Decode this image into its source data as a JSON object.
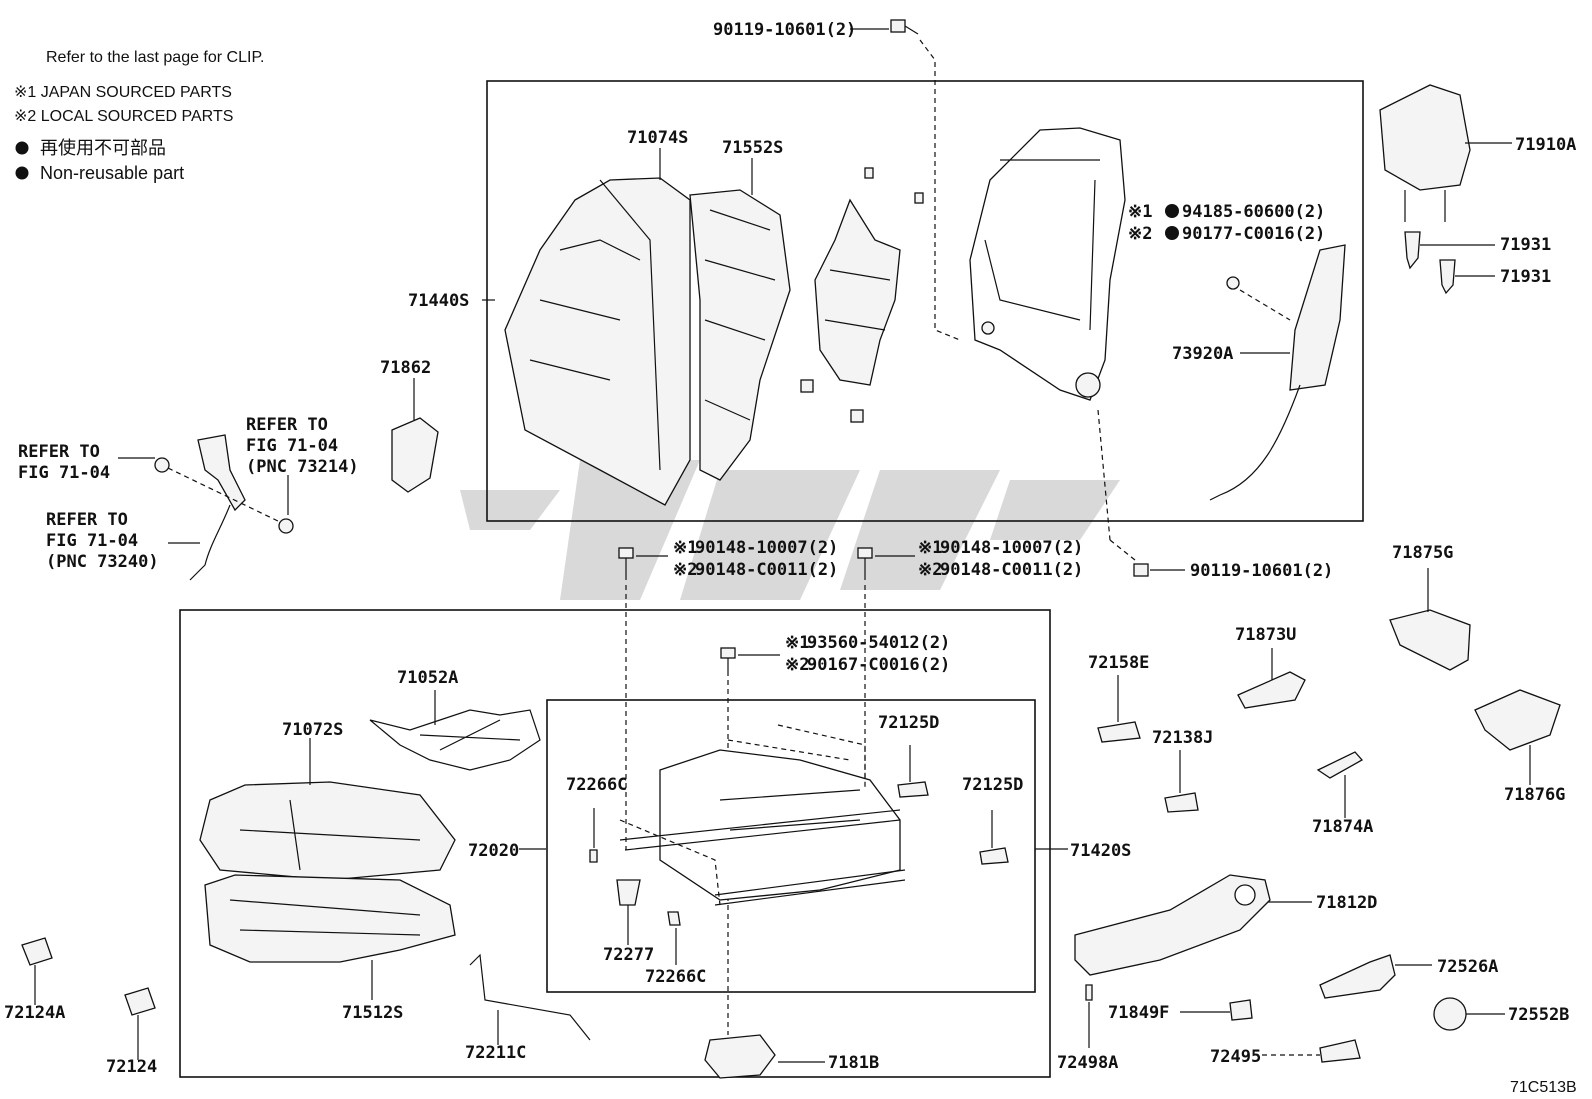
{
  "notes": {
    "clip": "Refer to the last page for CLIP.",
    "japan": "※1 JAPAN SOURCED PARTS",
    "local": "※2 LOCAL SOURCED PARTS",
    "nonreuse_jp": "再使用不可部品",
    "nonreuse_en": "Non-reusable part"
  },
  "refs": {
    "ref1": [
      "REFER TO",
      "FIG 71-04"
    ],
    "ref2": [
      "REFER TO",
      "FIG 71-04",
      "(PNC 73214)"
    ],
    "ref3": [
      "REFER TO",
      "FIG 71-04",
      "(PNC 73240)"
    ]
  },
  "parts": {
    "p_90119_top": "90119-10601(2)",
    "p_71074S": "71074S",
    "p_71552S": "71552S",
    "p_71440S": "71440S",
    "p_71910A": "71910A",
    "p_94185_j": "94185-60600(2)",
    "p_90177_l": "90177-C0016(2)",
    "p_71931a": "71931",
    "p_71931b": "71931",
    "p_73920A": "73920A",
    "p_71862": "71862",
    "p_90148_1a": "90148-10007(2)",
    "p_90148_2a": "90148-C0011(2)",
    "p_90148_1b": "90148-10007(2)",
    "p_90148_2b": "90148-C0011(2)",
    "p_90119_bot": "90119-10601(2)",
    "p_93560_1": "93560-54012(2)",
    "p_90167_2": "90167-C0016(2)",
    "p_71875G": "71875G",
    "p_71052A": "71052A",
    "p_72158E": "72158E",
    "p_71873U": "71873U",
    "p_71072S": "71072S",
    "p_72125D_a": "72125D",
    "p_72125D_b": "72125D",
    "p_72138J": "72138J",
    "p_72266C_a": "72266C",
    "p_72020": "72020",
    "p_71420S": "71420S",
    "p_71876G": "71876G",
    "p_71874A": "71874A",
    "p_71812D": "71812D",
    "p_72277": "72277",
    "p_72266C_b": "72266C",
    "p_72124A": "72124A",
    "p_71512S": "71512S",
    "p_72526A": "72526A",
    "p_71849F": "71849F",
    "p_72552B": "72552B",
    "p_72211C": "72211C",
    "p_7181B": "7181B",
    "p_72495": "72495",
    "p_72498A": "72498A",
    "p_72124": "72124"
  },
  "marks": {
    "m1": "※1",
    "m2": "※2"
  },
  "figure_code": "71C513B",
  "colors": {
    "ink": "#111111",
    "watermark": "#9a9a9a"
  }
}
